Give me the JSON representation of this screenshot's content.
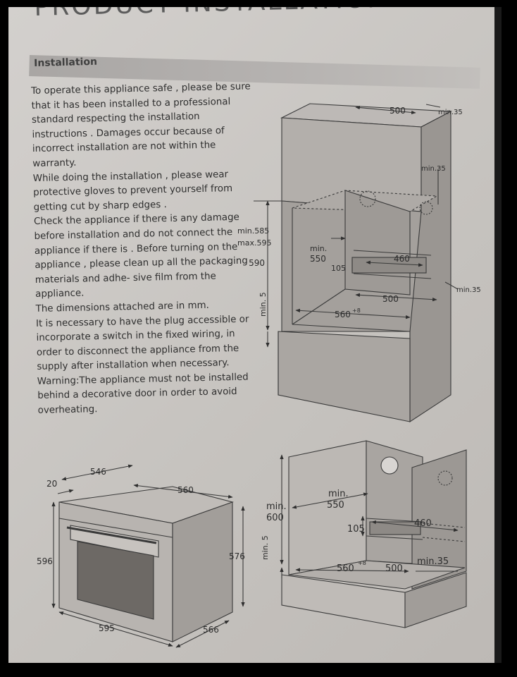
{
  "document": {
    "header_title": "PRODUCT INSTALLATION",
    "section_title": "Installation",
    "paragraphs": [
      "To operate this appliance safe , please be sure that it has been installed to a professional standard respecting the installation instructions . Damages occur because of incorrect installation are not within the warranty.",
      "While doing the installation , please wear protective gloves to prevent yourself from getting cut by sharp edges .",
      "Check the appliance if there is any damage before installation and do not connect the appliance if there is . Before turning on the appliance , please clean up all the packaging materials and adhe- sive film from the appliance.",
      "The dimensions attached are in mm.",
      "It is necessary to have the plug accessible or incorporate a switch in the fixed wiring, in order to disconnect the appliance from the supply after installation when necessary.",
      "Warning:The appliance must not be installed behind a decorative door in order to avoid overheating."
    ]
  },
  "diagram_top": {
    "labels": {
      "d500_top": "500",
      "min35_a": "min.35",
      "min35_b": "min.35",
      "min585": "min.585",
      "max595": "max.595",
      "d590": "590",
      "min550_a": "min.",
      "min550_b": "550",
      "d105": "105",
      "d460": "460",
      "min35_c": "min.35",
      "d500_bottom": "500",
      "min5": "min. 5",
      "d560": "560",
      "d560_sup": "+8"
    }
  },
  "diagram_oven": {
    "labels": {
      "d546": "546",
      "d20": "20",
      "d560": "560",
      "d596": "596",
      "d576": "576",
      "d595": "595",
      "d566": "566"
    }
  },
  "diagram_bottom": {
    "labels": {
      "min550_a": "min.",
      "min550_b": "550",
      "min600_a": "min.",
      "min600_b": "600",
      "d105": "105",
      "d460": "460",
      "min5": "min. 5",
      "d560": "560",
      "d560_sup": "+8",
      "d500": "500",
      "min35": "min.35"
    }
  }
}
